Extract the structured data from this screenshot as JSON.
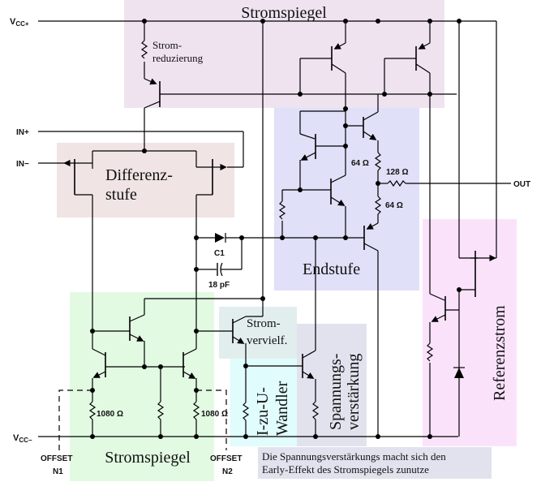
{
  "title": "Operationsverstärker Innenschaltung (741)",
  "colors": {
    "stromspiegel_top": "#efe3f0",
    "differenzstufe": "#f0e4e4",
    "endstufe": "#e0e0f8",
    "stromspiegel_bottom": "#e2fae2",
    "stromvervielf": "#e2eeee",
    "i_zu_u": "#e0fcfc",
    "spannungsverstaerkung": "#e2e2ee",
    "referenzstrom": "#fbe2fb",
    "note_bg": "#e2e2ee",
    "wire": "#000000"
  },
  "regions": {
    "stromspiegel_top": "Stromspiegel",
    "differenzstufe_line1": "Differenz-",
    "differenzstufe_line2": "stufe",
    "endstufe": "Endstufe",
    "stromspiegel_bottom": "Stromspiegel",
    "stromvervielf_line1": "Strom-",
    "stromvervielf_line2": "vervielf.",
    "i_zu_u_line1": "I-zu-U-",
    "i_zu_u_line2": "Wandler",
    "spannung_line1": "Spannungs-",
    "spannung_line2": "verstärkung",
    "referenzstrom": "Referenzstrom",
    "stromreduzierung_line1": "Strom-",
    "stromreduzierung_line2": "reduzierung"
  },
  "pins": {
    "vcc_plus": "V",
    "vcc_plus_sub": "CC+",
    "vcc_minus": "V",
    "vcc_minus_sub": "CC−",
    "in_plus": "IN+",
    "in_minus": "IN−",
    "out": "OUT",
    "offset_n1_line1": "OFFSET",
    "offset_n1_line2": "N1",
    "offset_n2_line1": "OFFSET",
    "offset_n2_line2": "N2"
  },
  "components": {
    "r_out_top": "64 Ω",
    "r_out_series": "128 Ω",
    "r_out_bottom": "64 Ω",
    "c1_name": "C1",
    "c1_value": "18 pF",
    "r_mirror_left": "1080 Ω",
    "r_mirror_right": "1080 Ω"
  },
  "note": {
    "line1": "Die Spannungsverstärkungs macht sich den",
    "line2": "Early-Effekt des Stromspiegels zunutze"
  }
}
